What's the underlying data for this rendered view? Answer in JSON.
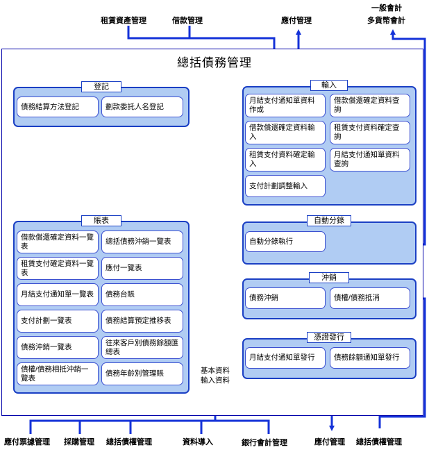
{
  "diagram": {
    "title": "總括債務管理",
    "external_top": {
      "lease_asset_mgmt": "租賃資產管理",
      "loan_mgmt": "借款管理",
      "payable_mgmt": "應付管理",
      "general_ledger_line1": "一般會計",
      "general_ledger_line2": "多貨幣會計"
    },
    "external_bottom": {
      "payable_bill_mgmt": "應付票據管理",
      "purchase_mgmt": "採購管理",
      "total_credit_mgmt": "總括債權管理",
      "data_import": "資料導入",
      "bank_accounting_mgmt": "銀行會計管理",
      "payable_mgmt": "應付管理",
      "total_credit_mgmt_right": "總括債權管理"
    },
    "groups": {
      "registration": {
        "title": "登記",
        "items": [
          "債務結算方法登記",
          "劃款委託人名登記"
        ]
      },
      "input": {
        "title": "輸入",
        "items": [
          "月結支付通知單資料作成",
          "借款償還確定資料查詢",
          "借款償還確定資料輸入",
          "租賃支付資料確定查詢",
          "租賃支付資料確定輸入",
          "月結支付通知單資料查詢",
          "支付計劃調整輸入"
        ]
      },
      "auto_journal": {
        "title": "自動分錄",
        "items": [
          "自動分錄執行"
        ]
      },
      "offset": {
        "title": "沖銷",
        "items": [
          "債務沖銷",
          "債權/債務抵消"
        ]
      },
      "voucher": {
        "title": "憑證發行",
        "items": [
          "月結支付通知單發行",
          "債務餘額通知單發行"
        ]
      },
      "ledger": {
        "title": "賬表",
        "items": [
          "借款償還確定資料一覽表",
          "總括債務沖銷一覽表",
          "租賃支付確定資料一覽表",
          "應付一覽表",
          "月結支付通知單一覽表",
          "債務台賬",
          "支付計劃一覽表",
          "債務結算預定推移表",
          "債務沖銷一覽表",
          "往來客戶別債務餘額匯總表",
          "債權/債務相抵沖銷一覽表",
          "債務年齡別管理賬"
        ]
      }
    },
    "database": {
      "line1": "基本資料",
      "line2": "輸入資料"
    },
    "colors": {
      "arrow": "#1432d8",
      "group_fill": "#b0ccf3",
      "group_border": "#1a3fc4"
    }
  }
}
